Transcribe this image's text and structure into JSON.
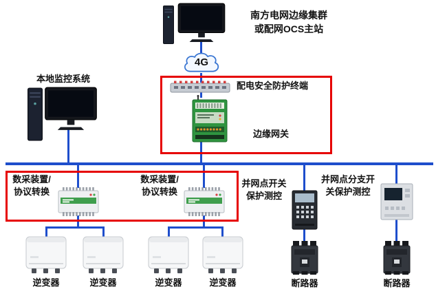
{
  "colors": {
    "bus_blue": "#1e4ecc",
    "highlight_red": "#e60000"
  },
  "labels": {
    "top_station_line1": "南方电网边缘集群",
    "top_station_line2": "或配网OCS主站",
    "cloud_4g": "4G",
    "security_terminal": "配电安全防护终端",
    "edge_gateway": "边缘网关",
    "local_monitor": "本地监控系统",
    "daq1_line1": "数采装置/",
    "daq1_line2": "协议转换",
    "daq2_line1": "数采装置/",
    "daq2_line2": "协议转换",
    "grid_switch_line1": "并网点开关",
    "grid_switch_line2": "保护测控",
    "branch_switch_line1": "并网点分支开",
    "branch_switch_line2": "关保护测控",
    "inverters": [
      "逆变器",
      "逆变器",
      "逆变器",
      "逆变器"
    ],
    "breakers": [
      "断路器",
      "断路器"
    ]
  }
}
